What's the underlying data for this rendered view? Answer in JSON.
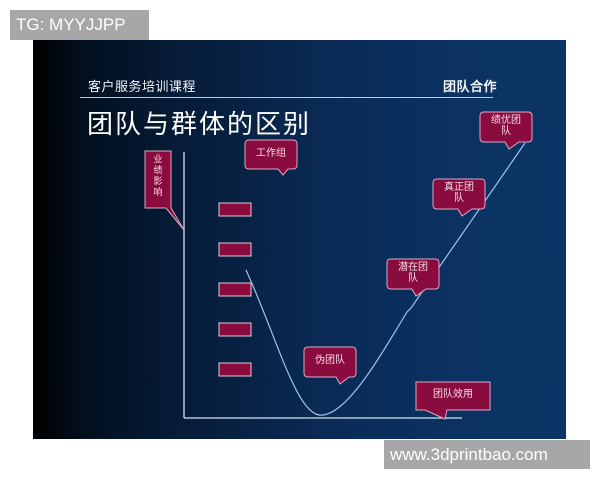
{
  "watermarks": {
    "top_left": "TG: MYYJJPP",
    "bottom_right": "www.3dprintbao.com"
  },
  "slide": {
    "header_left": "客户服务培训课程",
    "header_right": "团队合作",
    "title": "团队与群体的区别",
    "colors": {
      "background_dark": "#000000",
      "background_blue": "#0b3566",
      "callout_fill": "#8a0c3e",
      "callout_border": "#d9a9c4",
      "axis_line": "#d8e2f0",
      "curve_line": "#9cc4ec"
    },
    "axes": {
      "y_label": [
        "业",
        "绩",
        "影",
        "响"
      ],
      "x_label": "团队效用"
    },
    "callouts": [
      {
        "id": "work-group",
        "lines": [
          "工作组"
        ]
      },
      {
        "id": "pseudo-team",
        "lines": [
          "伪团队"
        ]
      },
      {
        "id": "potential-team",
        "lines": [
          "潜在团",
          "队"
        ]
      },
      {
        "id": "real-team",
        "lines": [
          "真正团",
          "队"
        ]
      },
      {
        "id": "high-performance-team",
        "lines": [
          "绩优团",
          "队"
        ]
      }
    ],
    "group_bars_count": 5
  },
  "chart_data": {
    "type": "line",
    "title": "团队与群体的区别",
    "xlabel": "团队效用",
    "ylabel": "业绩影响",
    "description": "Team performance curve: starts at 工作组 level, dips to 伪团队 minimum, rises through 潜在团队 and 真正团队 to 绩优团队",
    "stages": [
      "工作组",
      "伪团队",
      "潜在团队",
      "真正团队",
      "绩优团队"
    ],
    "x": [
      0,
      1,
      2,
      3,
      4
    ],
    "values": [
      50,
      2,
      35,
      65,
      92
    ],
    "ylim": [
      0,
      100
    ],
    "grid": false,
    "legend": null
  }
}
